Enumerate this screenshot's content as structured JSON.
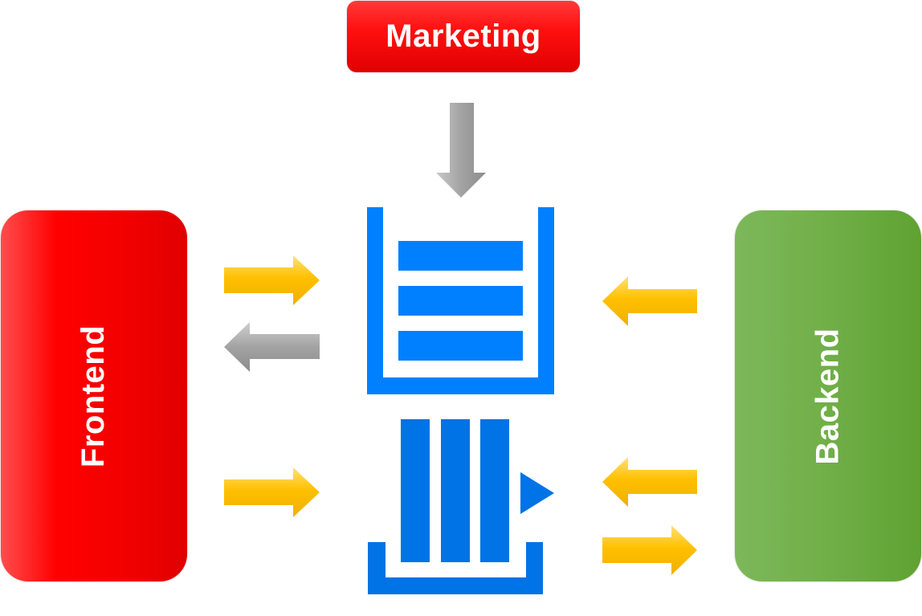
{
  "blocks": {
    "marketing": "Marketing",
    "frontend": "Frontend",
    "backend": "Backend"
  },
  "colors": {
    "red": "#ff0000",
    "green": "#6aad3c",
    "queue_blue": "#0080ff",
    "stack_blue": "#0073e6",
    "arrow_yellow": "#ffc000",
    "arrow_gray": "#a0a0a0"
  },
  "icons": {
    "top": "queue-icon",
    "bottom": "stack-icon"
  }
}
